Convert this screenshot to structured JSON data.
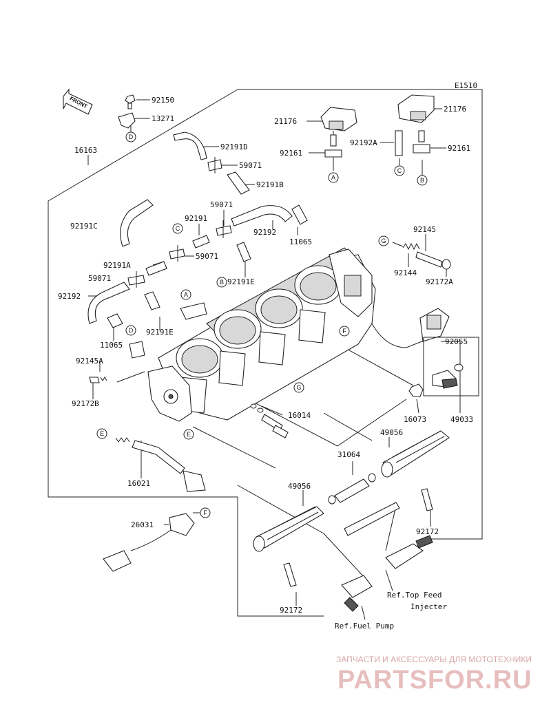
{
  "diagram_code": "E1510",
  "front_label": "FRONT",
  "part_labels": {
    "p92150": "92150",
    "p13271": "13271",
    "p16163": "16163",
    "p92191D": "92191D",
    "p59071_a": "59071",
    "p92191B": "92191B",
    "p21176_left": "21176",
    "p21176_right": "21176",
    "p92161_left": "92161",
    "p92192A": "92192A",
    "p92161_right": "92161",
    "p92191C": "92191C",
    "p59071_b": "59071",
    "p92191": "92191",
    "p92192_top": "92192",
    "p11065_top": "11065",
    "p92145": "92145",
    "p92191A": "92191A",
    "p59071_c": "59071",
    "p59071_d": "59071",
    "p92191E_a": "92191E",
    "p92144": "92144",
    "p92172A": "92172A",
    "p92192_left": "92192",
    "p11065_left": "11065",
    "p92191E_b": "92191E",
    "p92145A": "92145A",
    "p92055": "92055",
    "p92172B": "92172B",
    "p16014": "16014",
    "p16073": "16073",
    "p49033": "49033",
    "p49056_right": "49056",
    "p31064": "31064",
    "p16021": "16021",
    "p49056_left": "49056",
    "p26031": "26031",
    "p92172_right": "92172",
    "p92172_bottom": "92172"
  },
  "reference_notes": {
    "injector_line1": "Ref.Top Feed",
    "injector_line2": "Injecter",
    "fuel_pump": "Ref.Fuel Pump"
  },
  "callouts": {
    "A": "A",
    "B": "B",
    "C": "C",
    "D": "D",
    "E": "E",
    "F": "F",
    "G": "G"
  },
  "watermark": {
    "line1": "ЗАПЧАСТИ И АКСЕССУАРЫ ДЛЯ МОТОТЕХНИКИ",
    "line2": "PARTSFOR.RU"
  },
  "colors": {
    "line": "#222222",
    "watermark": "#e7bebe"
  }
}
